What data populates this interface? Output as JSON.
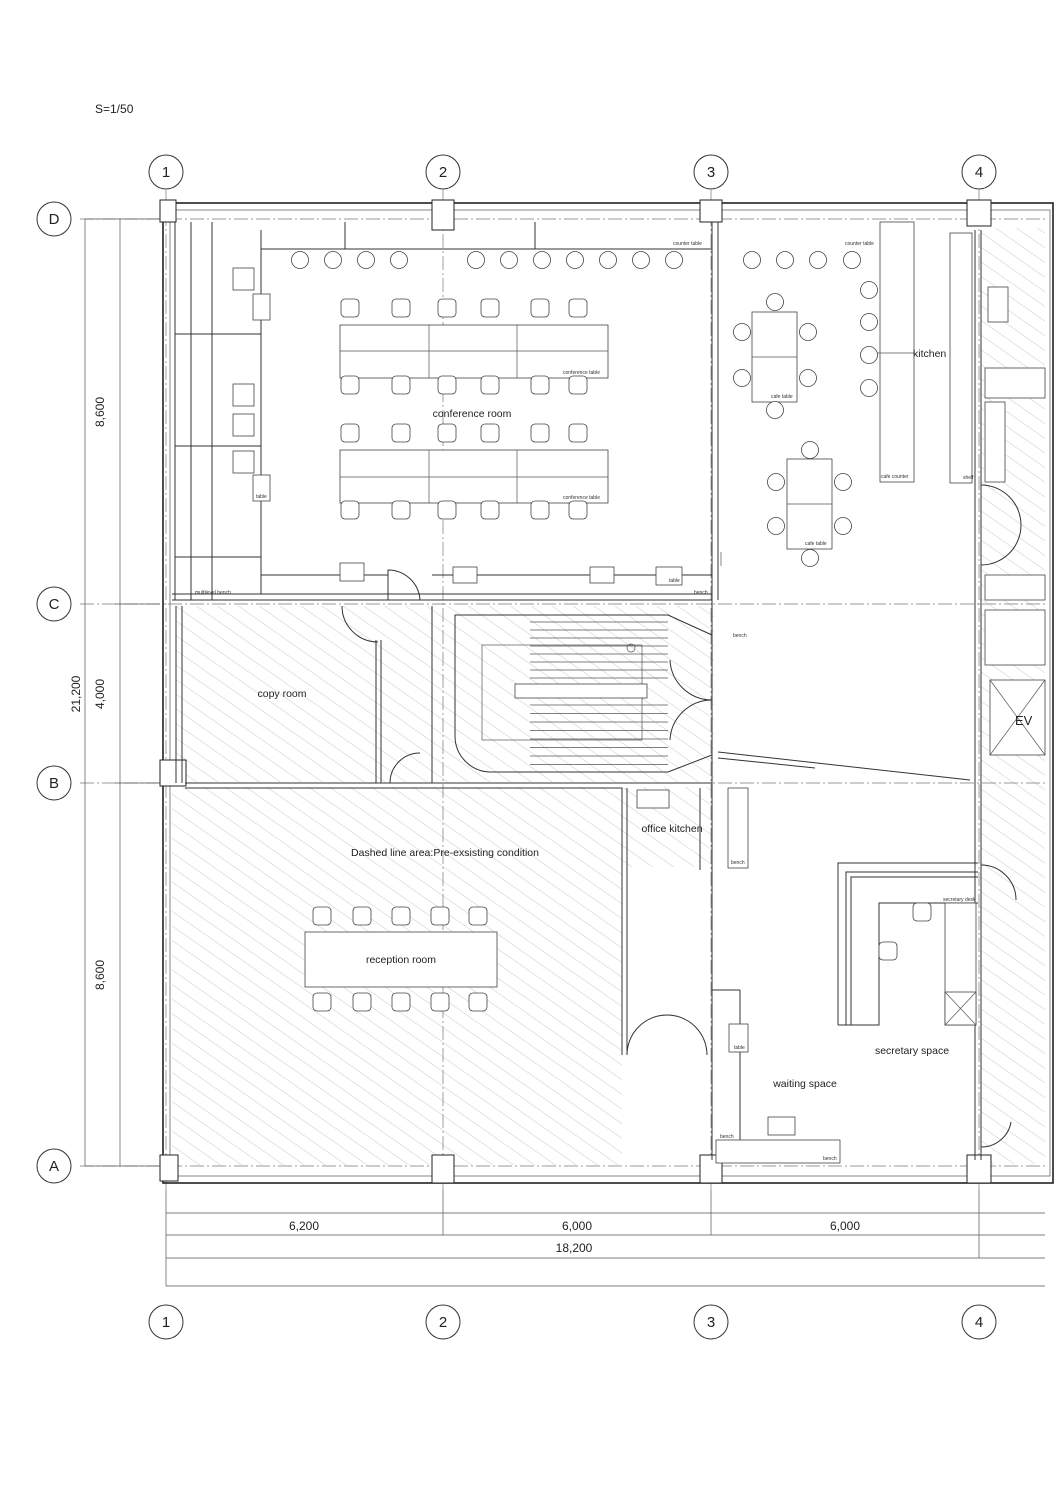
{
  "scale": "S=1/50",
  "grid_axes": {
    "columns": [
      "1",
      "2",
      "3",
      "4"
    ],
    "rows": [
      "D",
      "C",
      "B",
      "A"
    ]
  },
  "dimensions": {
    "vertical": {
      "d_c": "8,600",
      "c_b": "4,000",
      "b_a": "8,600",
      "total": "21,200"
    },
    "horizontal": {
      "c1_2": "6,200",
      "c2_3": "6,000",
      "c3_4": "6,000",
      "total": "18,200"
    }
  },
  "rooms": {
    "conference_room": "conference room",
    "kitchen": "kitchen",
    "copy_room": "copy room",
    "ev": "EV",
    "office_kitchen": "office kitchen",
    "note": "Dashed line area:Pre-exsisting condition",
    "reception_room": "reception room",
    "secretary_space": "secretary space",
    "waiting_space": "waiting space"
  },
  "furniture_labels": {
    "counter_table": "counter table",
    "conference_table": "conference table",
    "table": "table",
    "multilevel_bench": "multilevel bench",
    "bench": "bench",
    "cafe_table": "cafe table",
    "cafe_counter": "cafe counter",
    "shelf": "shelf",
    "secretary_desk": "secretary desk"
  },
  "colors": {
    "line": "#333333",
    "hatch": "#bbbbbb",
    "background": "#ffffff"
  }
}
